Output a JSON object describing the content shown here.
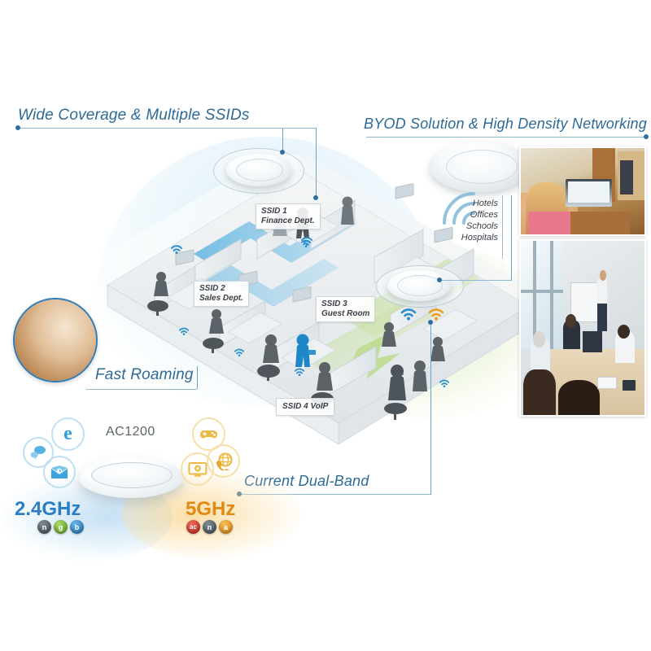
{
  "meta": {
    "title": "Wireless Access Point Application Infographic",
    "background": "#ffffff",
    "accent_blue": "#2e6a96",
    "accent_orange": "#e89c1c"
  },
  "headings": {
    "wide_coverage": "Wide Coverage & Multiple SSIDs",
    "byod": "BYOD Solution & High Density Networking",
    "fast_roaming": "Fast Roaming",
    "current_dual_band": "Current Dual-Band"
  },
  "ssid_labels": [
    {
      "id": "ssid1",
      "line1": "SSID 1",
      "line2": "Finance Dept."
    },
    {
      "id": "ssid2",
      "line1": "SSID 2",
      "line2": "Sales Dept."
    },
    {
      "id": "ssid3",
      "line1": "SSID 3",
      "line2": "Guest Room"
    },
    {
      "id": "ssid4",
      "line1": "SSID 4  VoIP",
      "line2": ""
    }
  ],
  "verticals": {
    "items": [
      "Hotels",
      "Offices",
      "Schools",
      "Hospitals"
    ],
    "text": "Hotels\nOffices\nSchools\nHospitals"
  },
  "product": {
    "model": "AC1200",
    "band_24": {
      "label": "2.4GHz",
      "color": "#2b7ec4",
      "standards": [
        {
          "letter": "n",
          "color": "#4e5a61"
        },
        {
          "letter": "g",
          "color": "#77b72e"
        },
        {
          "letter": "b",
          "color": "#2e82c6"
        }
      ]
    },
    "band_5": {
      "label": "5GHz",
      "color": "#e08a14",
      "standards": [
        {
          "letter": "ac",
          "color": "#d8352a"
        },
        {
          "letter": "n",
          "color": "#4e5a61"
        },
        {
          "letter": "a",
          "color": "#e8941a"
        }
      ]
    }
  },
  "service_icons": {
    "blue": [
      {
        "name": "chat-icon",
        "glyph": "💬",
        "color": "#4aa8dc"
      },
      {
        "name": "browser-e-icon",
        "glyph": "e",
        "color": "#4aa8dc"
      },
      {
        "name": "email-icon",
        "glyph": "✉",
        "color": "#4aa8dc"
      }
    ],
    "orange": [
      {
        "name": "gaming-icon",
        "glyph": "🎮",
        "color": "#e8b44a"
      },
      {
        "name": "voip-globe-icon",
        "glyph": "🌐",
        "color": "#e8b44a"
      },
      {
        "name": "video-streaming-icon",
        "glyph": "📺",
        "color": "#e8b44a"
      }
    ]
  },
  "photos": [
    {
      "name": "classroom-photo",
      "alt": "Students with laptops in a lecture hall"
    },
    {
      "name": "meeting-room-photo",
      "alt": "Business meeting with laptops and tablets"
    },
    {
      "name": "tablet-photo",
      "alt": "Person holding a tablet"
    }
  ],
  "access_points": [
    {
      "name": "ceiling-ap-primary"
    },
    {
      "name": "ceiling-ap-secondary"
    },
    {
      "name": "ceiling-ap-byod"
    },
    {
      "name": "product-hero-ap"
    }
  ]
}
